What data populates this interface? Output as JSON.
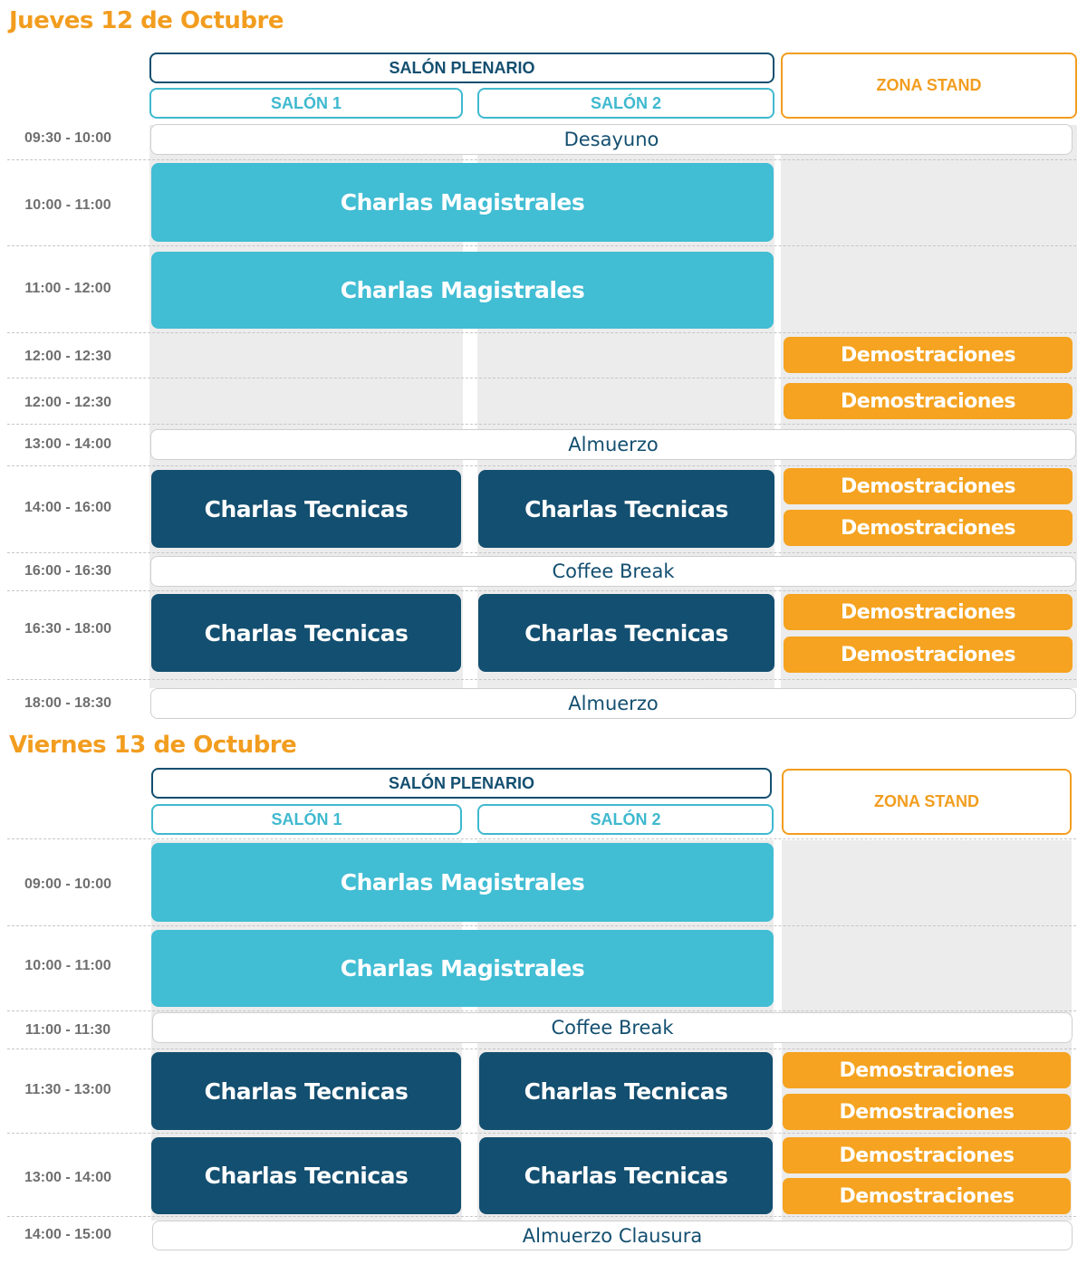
{
  "day1": {
    "title": "Jueves 12 de Octubre",
    "headers": {
      "plenario": "SALÓN PLENARIO",
      "salon1": "SALÓN 1",
      "salon2": "SALÓN 2",
      "stand": "ZONA STAND"
    },
    "times": [
      "09:30 - 10:00",
      "10:00 - 11:00",
      "11:00 - 12:00",
      "12:00 - 12:30",
      "12:00 - 12:30",
      "13:00 - 14:00",
      "14:00 - 16:00",
      "16:00 - 16:30",
      "16:30 - 18:00",
      "18:00 - 18:30"
    ],
    "breaks": [
      "Desayuno",
      "Almuerzo",
      "Coffee Break",
      "Almuerzo"
    ]
  },
  "day2": {
    "title": "Viernes 13 de Octubre",
    "headers": {
      "plenario": "SALÓN PLENARIO",
      "salon1": "SALÓN 1",
      "salon2": "SALÓN 2",
      "stand": "ZONA STAND"
    },
    "times": [
      "09:00 - 10:00",
      "10:00 - 11:00",
      "11:00 - 11:30",
      "11:30 - 13:00",
      "13:00 - 14:00",
      "14:00 - 15:00"
    ],
    "breaks": [
      "Coffee Break",
      "Almuerzo Clausura"
    ]
  },
  "labels": {
    "magistrales": "Charlas Magistrales",
    "tecnicas": "Charlas Tecnicas",
    "demostraciones": "Demostraciones"
  },
  "colors": {
    "orange": "#f29d1f",
    "navy": "#134f70",
    "cyan": "#41bdd4",
    "grey_column": "#ececec"
  }
}
